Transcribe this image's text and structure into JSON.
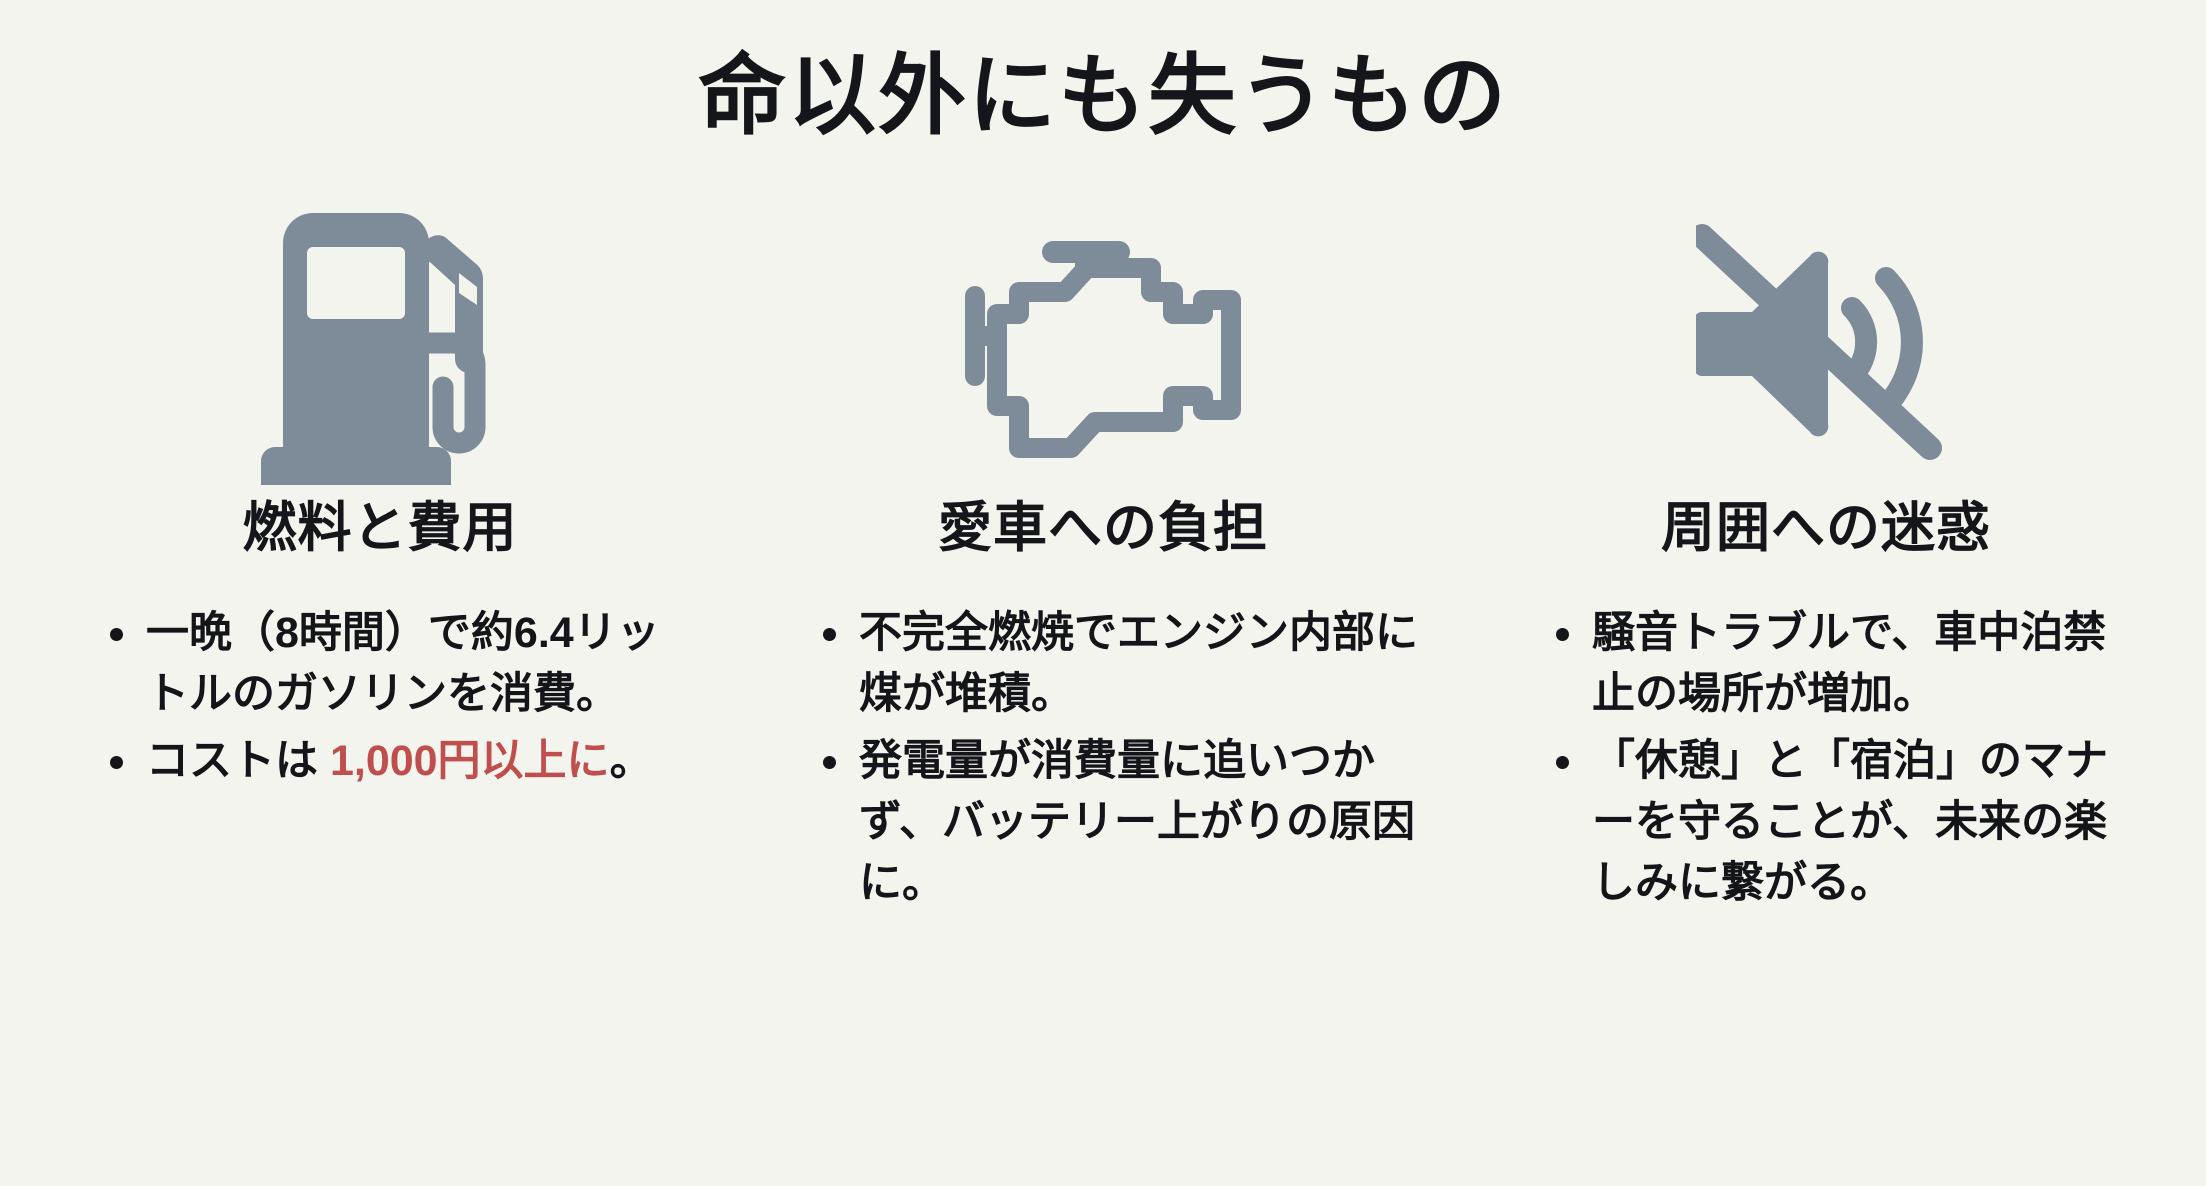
{
  "slide": {
    "title": "命以外にも失うもの",
    "background_color": "#f4f4ef",
    "text_color": "#141519",
    "icon_color": "#7e8c99",
    "accent_color": "#bf4f4c"
  },
  "columns": [
    {
      "icon": "fuel-pump-icon",
      "heading": "燃料と費用",
      "bullets": [
        {
          "prefix": "一晩（8時間）で約6.4リットルのガソリンを消費。",
          "accent": "",
          "suffix": ""
        },
        {
          "prefix": "コストは ",
          "accent": "1,000円以上に",
          "suffix": "。"
        }
      ]
    },
    {
      "icon": "check-engine-icon",
      "heading": "愛車への負担",
      "bullets": [
        {
          "prefix": "不完全燃焼でエンジン内部に煤が堆積。",
          "accent": "",
          "suffix": ""
        },
        {
          "prefix": "発電量が消費量に追いつかず、バッテリー上がりの原因に。",
          "accent": "",
          "suffix": ""
        }
      ]
    },
    {
      "icon": "volume-mute-icon",
      "heading": "周囲への迷惑",
      "bullets": [
        {
          "prefix": "騒音トラブルで、車中泊禁止の場所が増加。",
          "accent": "",
          "suffix": ""
        },
        {
          "prefix": "「休憩」と「宿泊」のマナーを守ることが、未来の楽しみに繋がる。",
          "accent": "",
          "suffix": ""
        }
      ]
    }
  ]
}
